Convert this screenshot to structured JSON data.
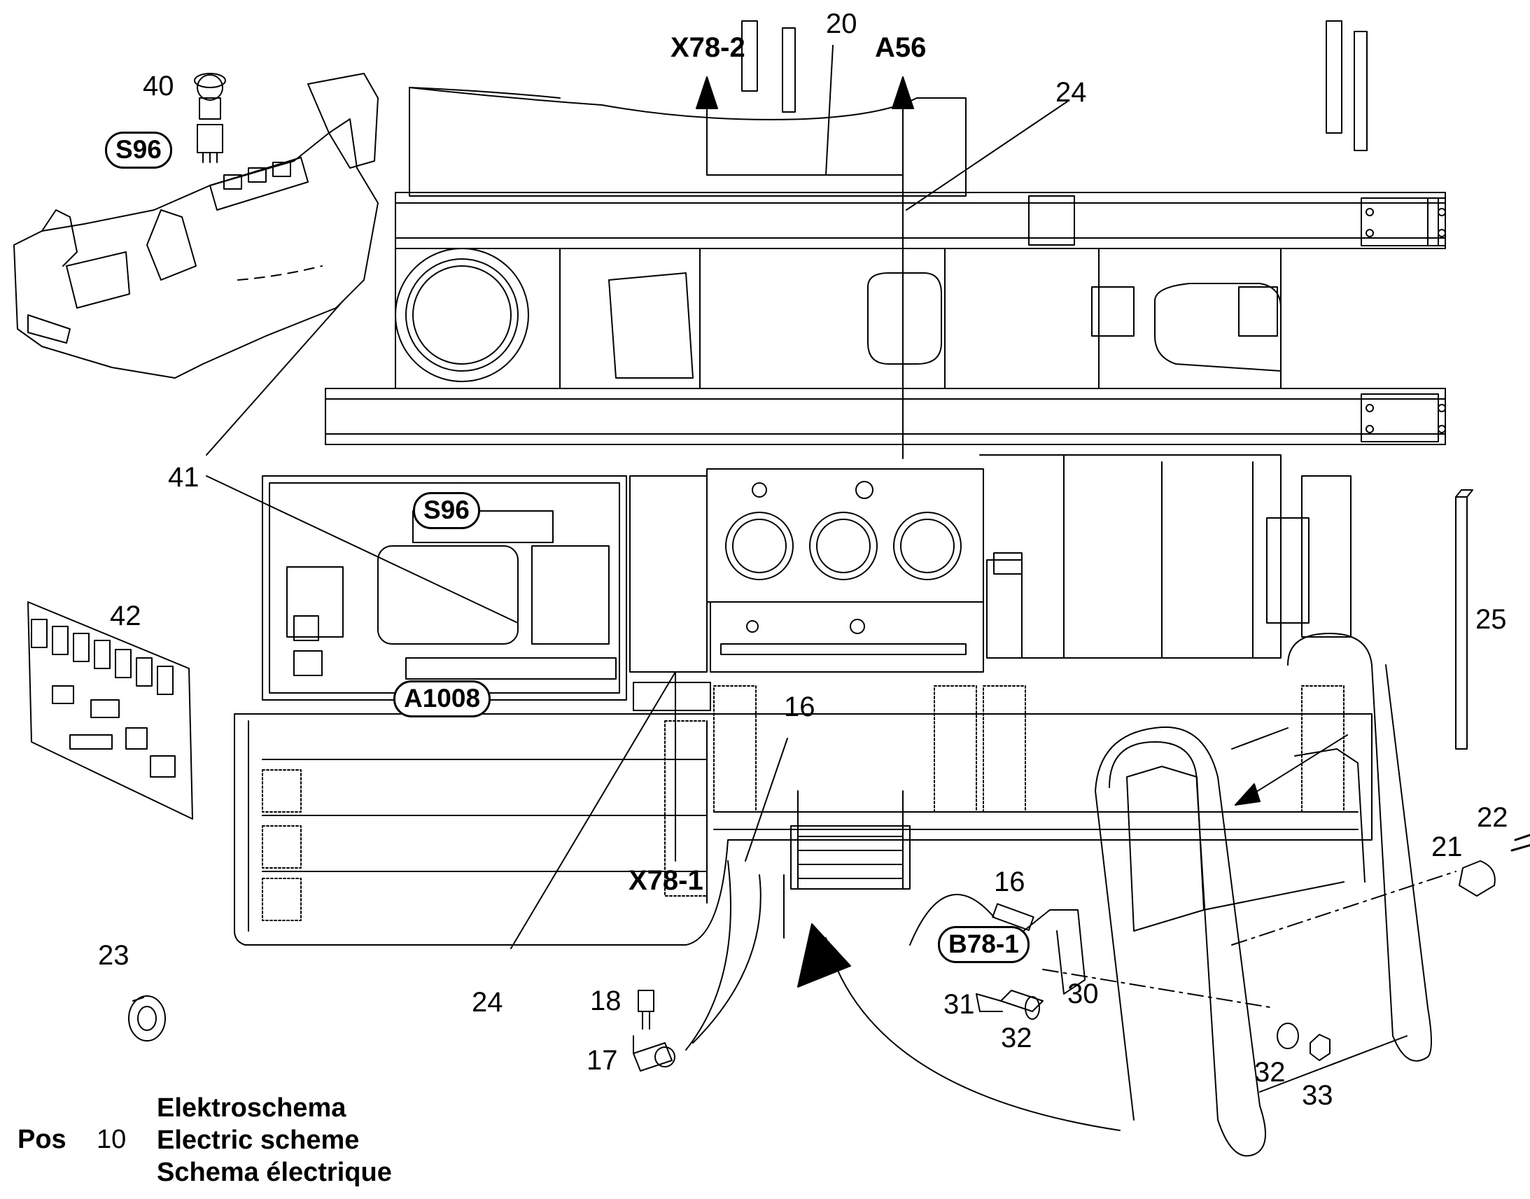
{
  "callouts": {
    "n40": "40",
    "n20": "20",
    "n24_top": "24",
    "n41": "41",
    "n42": "42",
    "n16_top": "16",
    "n16_right": "16",
    "n25": "25",
    "n22": "22",
    "n21": "21",
    "n23": "23",
    "n24_bottom": "24",
    "n18": "18",
    "n17": "17",
    "n30": "30",
    "n31": "31",
    "n32_mid": "32",
    "n32_right": "32",
    "n33": "33"
  },
  "connectors": {
    "x78_2": "X78-2",
    "a56": "A56",
    "x78_1": "X78-1"
  },
  "boxed": {
    "s96_top": "S96",
    "s96_mid": "S96",
    "a1008": "A1008",
    "b78_1": "B78-1"
  },
  "legend": {
    "pos_label": "Pos",
    "pos_number": "10",
    "title_de": "Elektroschema",
    "title_en": "Electric scheme",
    "title_fr": "Schema électrique"
  }
}
